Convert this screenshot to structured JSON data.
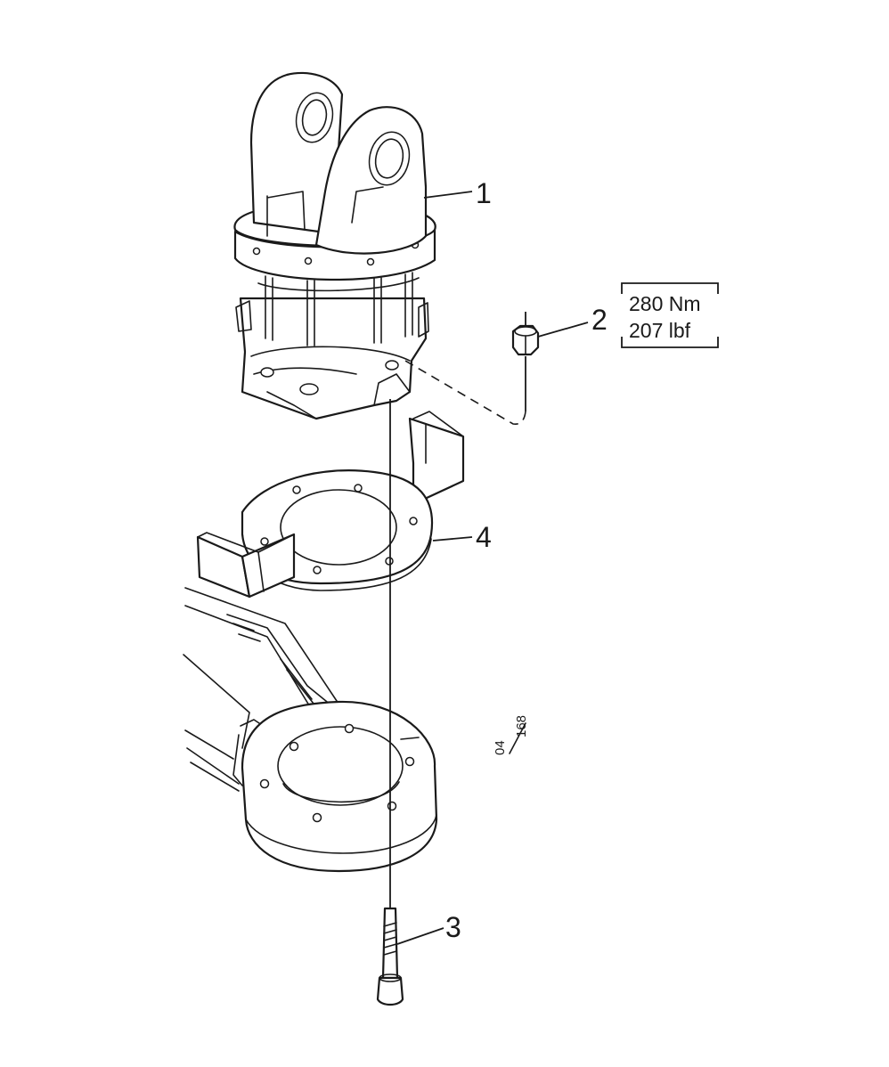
{
  "callouts": {
    "rotator": "1",
    "nut": "2",
    "bolt": "3",
    "bracket_plate": "4"
  },
  "torque": {
    "nm": "280 Nm",
    "lbf": "207 lbf"
  },
  "figure_ref": {
    "numerator": "04",
    "denominator": "168"
  }
}
